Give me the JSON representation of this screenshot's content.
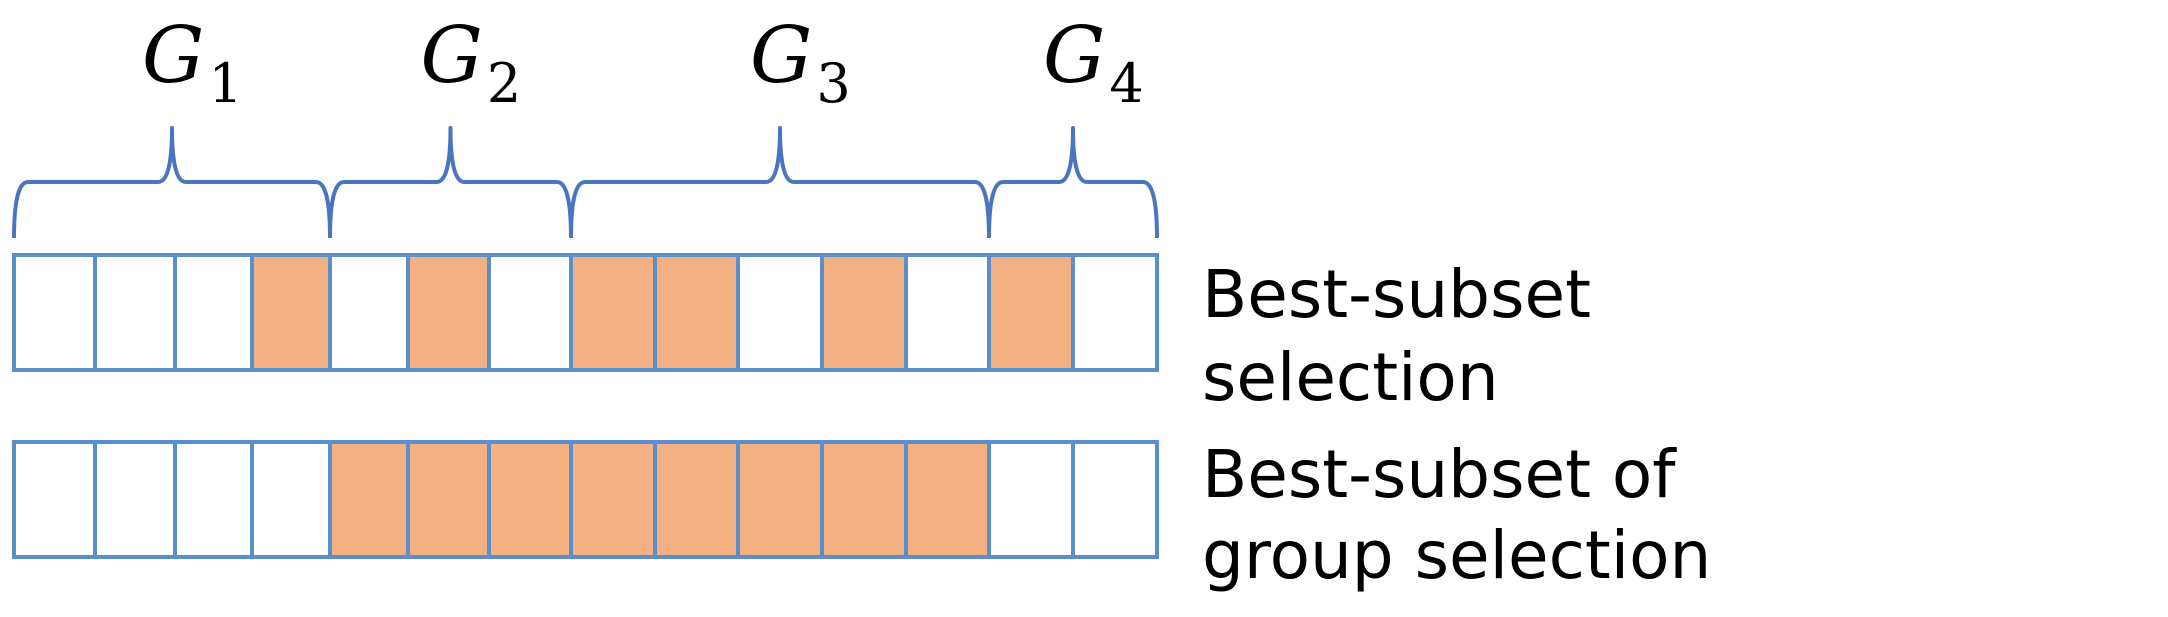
{
  "colors": {
    "outline": "#5b8fc9",
    "brace": "#4a76bf",
    "selected": "#f2b083",
    "unselected": "#ffffff"
  },
  "groups": [
    {
      "letter": "G",
      "sub": "1",
      "cells": 4
    },
    {
      "letter": "G",
      "sub": "2",
      "cells": 3
    },
    {
      "letter": "G",
      "sub": "3",
      "cells": 5
    },
    {
      "letter": "G",
      "sub": "4",
      "cells": 2
    }
  ],
  "rows": [
    {
      "label_lines": [
        "Best-subset",
        "selection"
      ],
      "selected": [
        0,
        0,
        0,
        1,
        0,
        1,
        0,
        1,
        1,
        0,
        1,
        0,
        1,
        0
      ]
    },
    {
      "label_lines": [
        "Best-subset of",
        "group selection"
      ],
      "selected": [
        0,
        0,
        0,
        0,
        1,
        1,
        1,
        1,
        1,
        1,
        1,
        1,
        0,
        0
      ]
    }
  ]
}
